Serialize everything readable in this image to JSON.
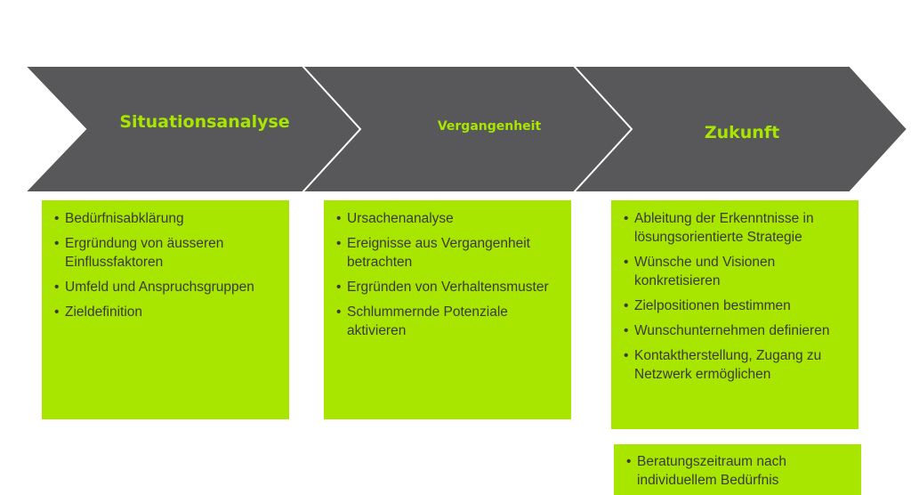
{
  "colors": {
    "chevron": "#58585a",
    "chevron_border": "#ffffff",
    "accent": "#a8e600",
    "text": "#3a3a3a"
  },
  "steps": [
    {
      "title": "Situationsanalyse",
      "items": [
        "Bedürfnisabklärung",
        "Ergründung von äusseren Einflussfaktoren",
        "Umfeld und Anspruchsgruppen",
        "Zieldefinition"
      ]
    },
    {
      "title": "Vergangenheit",
      "items": [
        "Ursachenanalyse",
        "Ereignisse aus Vergangenheit betrachten",
        "Ergründen von Verhaltensmuster",
        "Schlummernde Potenziale aktivieren"
      ]
    },
    {
      "title": "Zukunft",
      "items": [
        "Ableitung der Erkenntnisse in lösungsorientierte Strategie",
        "Wünsche und Visionen konkretisieren",
        "Zielpositionen bestimmen",
        "Wunschunternehmen definieren",
        "Kontaktherstellung, Zugang zu Netzwerk ermöglichen"
      ]
    }
  ],
  "extra_box": {
    "items": [
      "Beratungszeitraum nach individuellem Bedürfnis"
    ]
  }
}
